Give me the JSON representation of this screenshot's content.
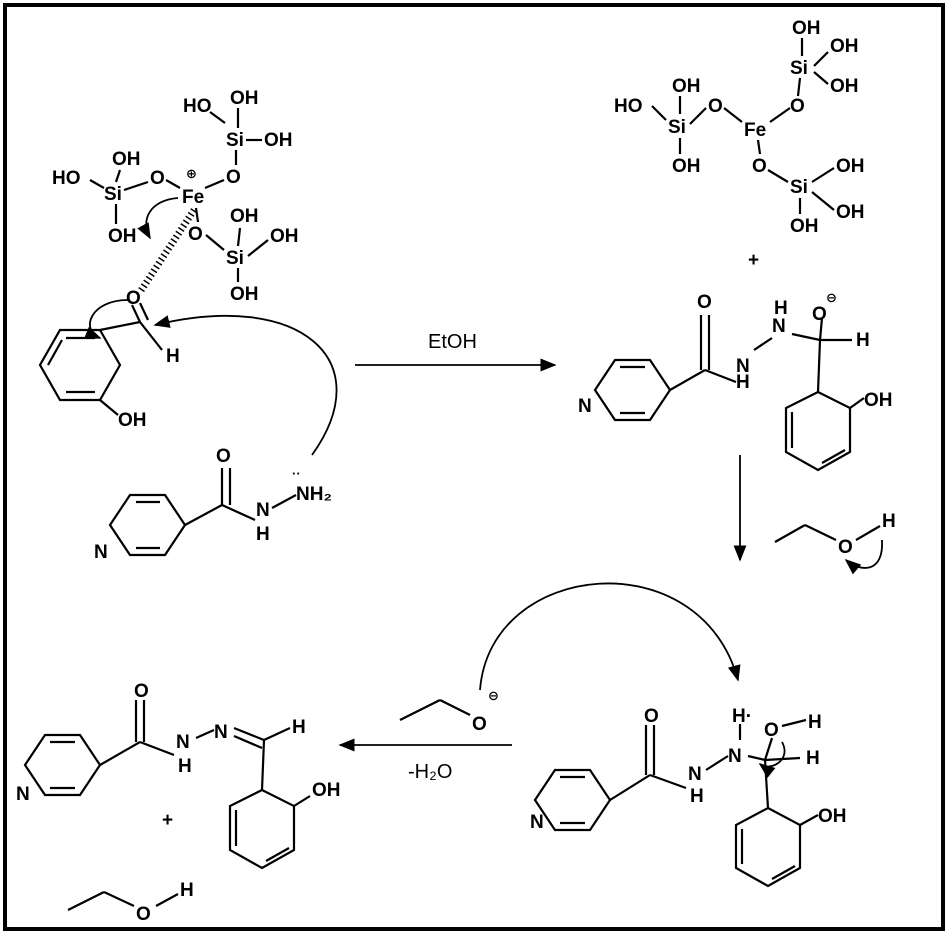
{
  "diagram": {
    "arrow_labels": {
      "ethanol_solvent": "EtOH",
      "water_loss": "-H₂O"
    },
    "plus_sign": "+",
    "atoms": {
      "OH": "OH",
      "HO": "HO",
      "Si": "Si",
      "O": "O",
      "Fe": "Fe",
      "H": "H",
      "N": "N",
      "NH2": "NH₂",
      "H_dot": "H·"
    },
    "charges": {
      "plus": "⊕",
      "minus": "⊖"
    }
  }
}
